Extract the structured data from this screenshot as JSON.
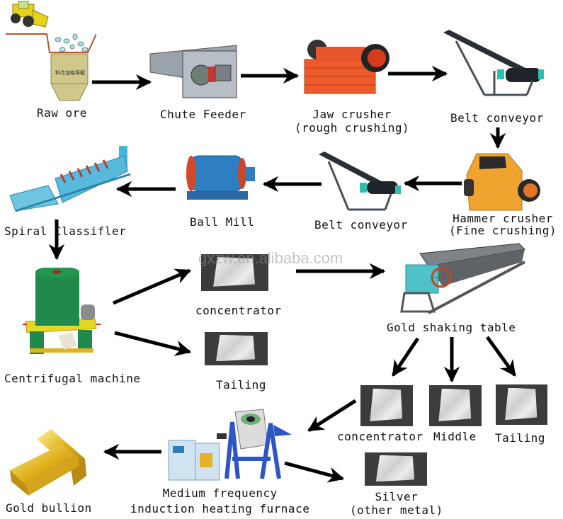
{
  "title": "Gold ore processing flow",
  "watermark": "gxzw.en.alibaba.com",
  "nodes": {
    "raw_ore": {
      "label": "Raw ore",
      "hopper_text": "料仓加格导截"
    },
    "chute_feeder": {
      "label": "Chute Feeder"
    },
    "jaw_crusher": {
      "label": "Jaw crusher",
      "sublabel": "(rough crushing)"
    },
    "belt_conveyor_1": {
      "label": "Belt conveyor"
    },
    "hammer_crusher": {
      "label": "Hammer crusher",
      "sublabel": "(Fine crushing)"
    },
    "belt_conveyor_2": {
      "label": "Belt conveyor"
    },
    "ball_mill": {
      "label": "Ball Mill"
    },
    "spiral_classifier": {
      "label": "Spiral Classifler"
    },
    "centrifugal_machine": {
      "label": "Centrifugal machine"
    },
    "concentrator_1": {
      "label": "concentrator"
    },
    "tailing_1": {
      "label": "Tailing"
    },
    "shaking_table": {
      "label": "Gold shaking table"
    },
    "concentrator_2": {
      "label": "concentrator"
    },
    "middle": {
      "label": "Middle"
    },
    "tailing_2": {
      "label": "Tailing"
    },
    "furnace": {
      "label": "Medium frequency",
      "sublabel": "induction heating furnace"
    },
    "gold_bullion": {
      "label": "Gold bullion"
    },
    "silver": {
      "label": "Silver",
      "sublabel": "(other metal)"
    }
  },
  "flow": [
    [
      "Raw ore",
      "Chute Feeder"
    ],
    [
      "Chute Feeder",
      "Jaw crusher"
    ],
    [
      "Jaw crusher",
      "Belt conveyor"
    ],
    [
      "Belt conveyor",
      "Hammer crusher"
    ],
    [
      "Hammer crusher",
      "Belt conveyor"
    ],
    [
      "Belt conveyor",
      "Ball Mill"
    ],
    [
      "Ball Mill",
      "Spiral Classifler"
    ],
    [
      "Spiral Classifler",
      "Centrifugal machine"
    ],
    [
      "Centrifugal machine",
      "concentrator"
    ],
    [
      "Centrifugal machine",
      "Tailing"
    ],
    [
      "concentrator",
      "Gold shaking table"
    ],
    [
      "Gold shaking table",
      "concentrator"
    ],
    [
      "Gold shaking table",
      "Middle"
    ],
    [
      "Gold shaking table",
      "Tailing"
    ],
    [
      "concentrator",
      "Medium frequency induction heating furnace"
    ],
    [
      "Medium frequency induction heating furnace",
      "Gold bullion"
    ],
    [
      "Medium frequency induction heating furnace",
      "Silver (other metal)"
    ]
  ]
}
